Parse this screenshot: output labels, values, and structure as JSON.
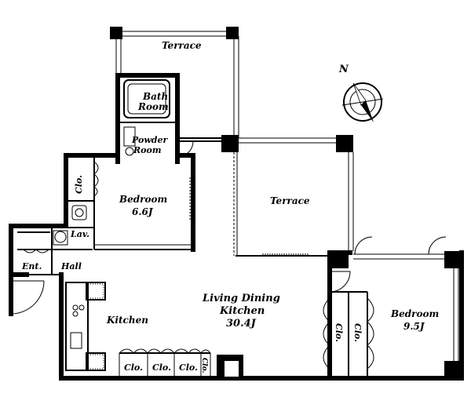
{
  "rooms": {
    "terrace_top": "Terrace",
    "bath_1": "Bath",
    "bath_2": "Room",
    "powder_1": "Powder",
    "powder_2": "Room",
    "bedroom_a_1": "Bedroom",
    "bedroom_a_2": "6.6J",
    "terrace_mid": "Terrace",
    "closet_left": "Clo.",
    "lav": "Lav.",
    "hall": "Hall",
    "entrance": "Ent.",
    "ldk_1": "Living Dining",
    "ldk_2": "Kitchen",
    "ldk_3": "30.4J",
    "kitchen": "Kitchen",
    "bedroom_b_1": "Bedroom",
    "bedroom_b_2": "9.5J",
    "closet_b1": "Clo.",
    "closet_b2": "Clo.",
    "closet_k1": "Clo.",
    "closet_k2": "Clo.",
    "closet_k3": "Clo.",
    "closet_k4": "Clo."
  },
  "compass": {
    "label": "N"
  }
}
